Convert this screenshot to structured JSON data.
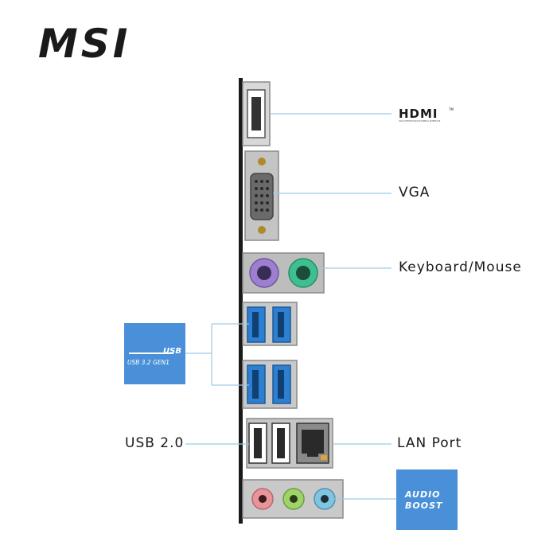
{
  "brand": {
    "logo_text": "MSI"
  },
  "hdmi": {
    "logo_text": "HDMI",
    "trademark": "TM",
    "fine_print": "HIGH-DEFINITION MULTIMEDIA INTERFACE"
  },
  "labels": {
    "vga": "VGA",
    "keyboard_mouse": "Keyboard/Mouse",
    "usb2": "USB 2.0",
    "lan": "LAN Port"
  },
  "usb3_badge": {
    "line1": "USB",
    "line2": "USB 3.2 GEN1"
  },
  "audio_badge": {
    "line1": "AUDIO",
    "line2": "BOOST"
  },
  "colors": {
    "connector_line": "#9ec9e6",
    "badge": "#4a90d9",
    "usb3_blue": "#2f7fd1",
    "ps2_keyboard": "#9c7fcf",
    "ps2_mouse": "#3dbf8f",
    "audio_pink": "#e8949a",
    "audio_green": "#9fd36a",
    "audio_blue": "#7fc4e0",
    "panel_gray": "#b9b9b9"
  }
}
